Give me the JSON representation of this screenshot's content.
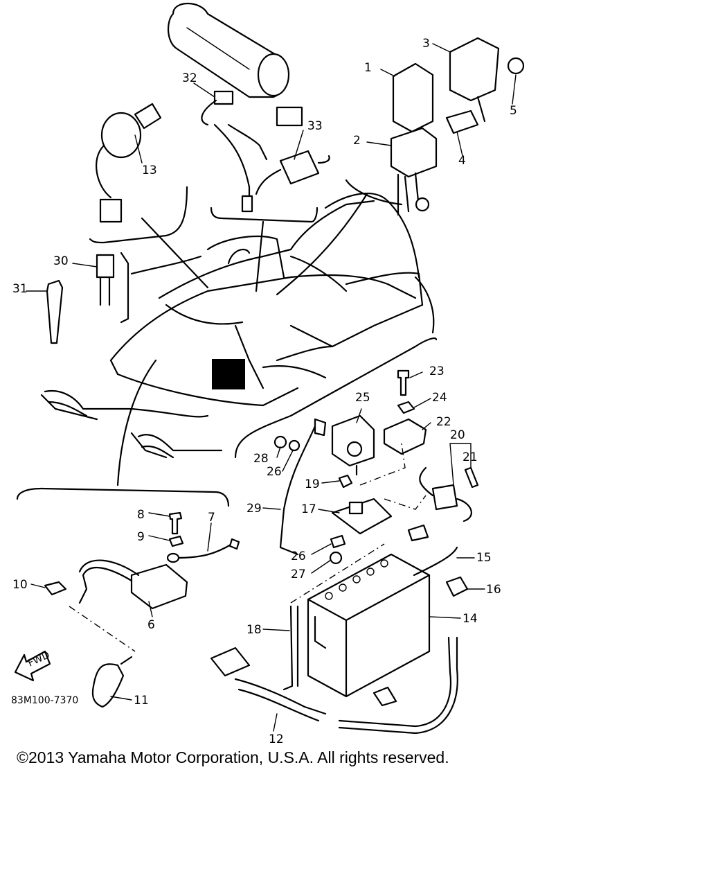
{
  "diagram": {
    "callouts": [
      "1",
      "2",
      "3",
      "4",
      "5",
      "6",
      "7",
      "8",
      "9",
      "10",
      "11",
      "12",
      "13",
      "14",
      "15",
      "16",
      "17",
      "18",
      "19",
      "20",
      "21",
      "22",
      "23",
      "24",
      "25",
      "26",
      "26",
      "27",
      "28",
      "29",
      "30",
      "31",
      "32",
      "33"
    ],
    "fwd_label": "FWD",
    "drawing_code": "83M100-7370"
  },
  "copyright": "©2013 Yamaha Motor Corporation, U.S.A. All rights reserved."
}
